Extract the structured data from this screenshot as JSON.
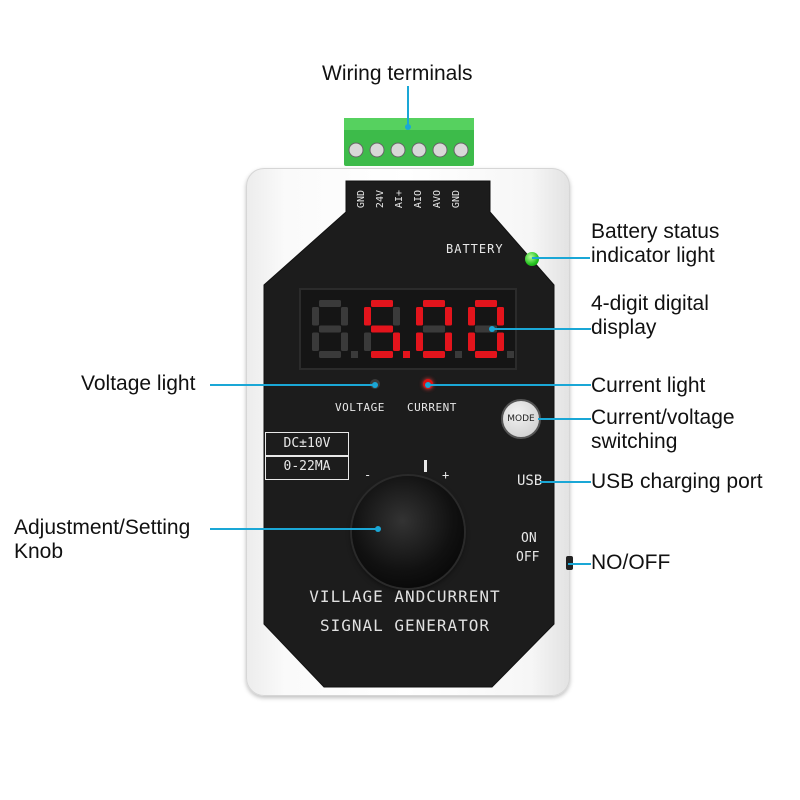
{
  "callouts": {
    "wiring_terminals": "Wiring terminals",
    "battery_status_1": "Battery status",
    "battery_status_2": "indicator light",
    "digital_display_1": "4-digit digital",
    "digital_display_2": "display",
    "voltage_light": "Voltage light",
    "current_light": "Current light",
    "switching_1": "Current/voltage",
    "switching_2": "switching",
    "usb_port": "USB charging port",
    "knob_1": "Adjustment/Setting",
    "knob_2": "Knob",
    "on_off": "NO/OFF"
  },
  "device": {
    "terminal_labels": [
      "GND",
      "24V",
      "AI+",
      "AIO",
      "AVO",
      "GND"
    ],
    "battery_label": "BATTERY",
    "display_value": "5.00",
    "voltage_label": "VOLTAGE",
    "current_label": "CURRENT",
    "mode_label": "MODE",
    "range_line_1": "DC±10V",
    "range_line_2": "0-22MA",
    "knob_minus": "-",
    "knob_plus": "+",
    "usb_label": "USB",
    "on_label": "ON",
    "off_label": "OFF",
    "title_line_1": "VILLAGE ANDCURRENT",
    "title_line_2": "SIGNAL GENERATOR"
  },
  "colors": {
    "leader": "#1aa7d6",
    "segment_on": "#e3141c",
    "segment_off": "#3a3a3a",
    "battery_led": "#22c21e",
    "current_led": "#e01010",
    "panel": "#1c1c1c"
  }
}
